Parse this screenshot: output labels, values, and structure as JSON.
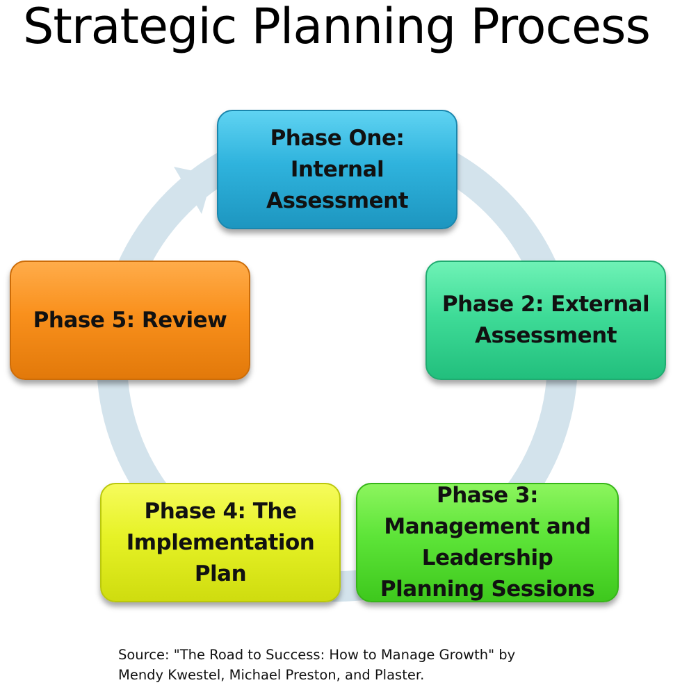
{
  "title": "Strategic Planning Process",
  "phases": [
    {
      "label": "Phase One:\nInternal\nAssessment",
      "color": "#2fb3dd"
    },
    {
      "label": "Phase 2: External\nAssessment",
      "color": "#3fdc98"
    },
    {
      "label": "Phase 3:\nManagement and\nLeadership\nPlanning Sessions",
      "color": "#5de438"
    },
    {
      "label": "Phase 4: The\nImplementation\nPlan",
      "color": "#e6f226"
    },
    {
      "label": "Phase 5: Review",
      "color": "#f9901c"
    }
  ],
  "source": {
    "line1": "Source: \"The Road to Success: How to Manage Growth\" by",
    "line2": "Mendy Kwestel, Michael Preston, and Plaster."
  },
  "colors": {
    "cycle_arrow": "#d3e3ec"
  }
}
